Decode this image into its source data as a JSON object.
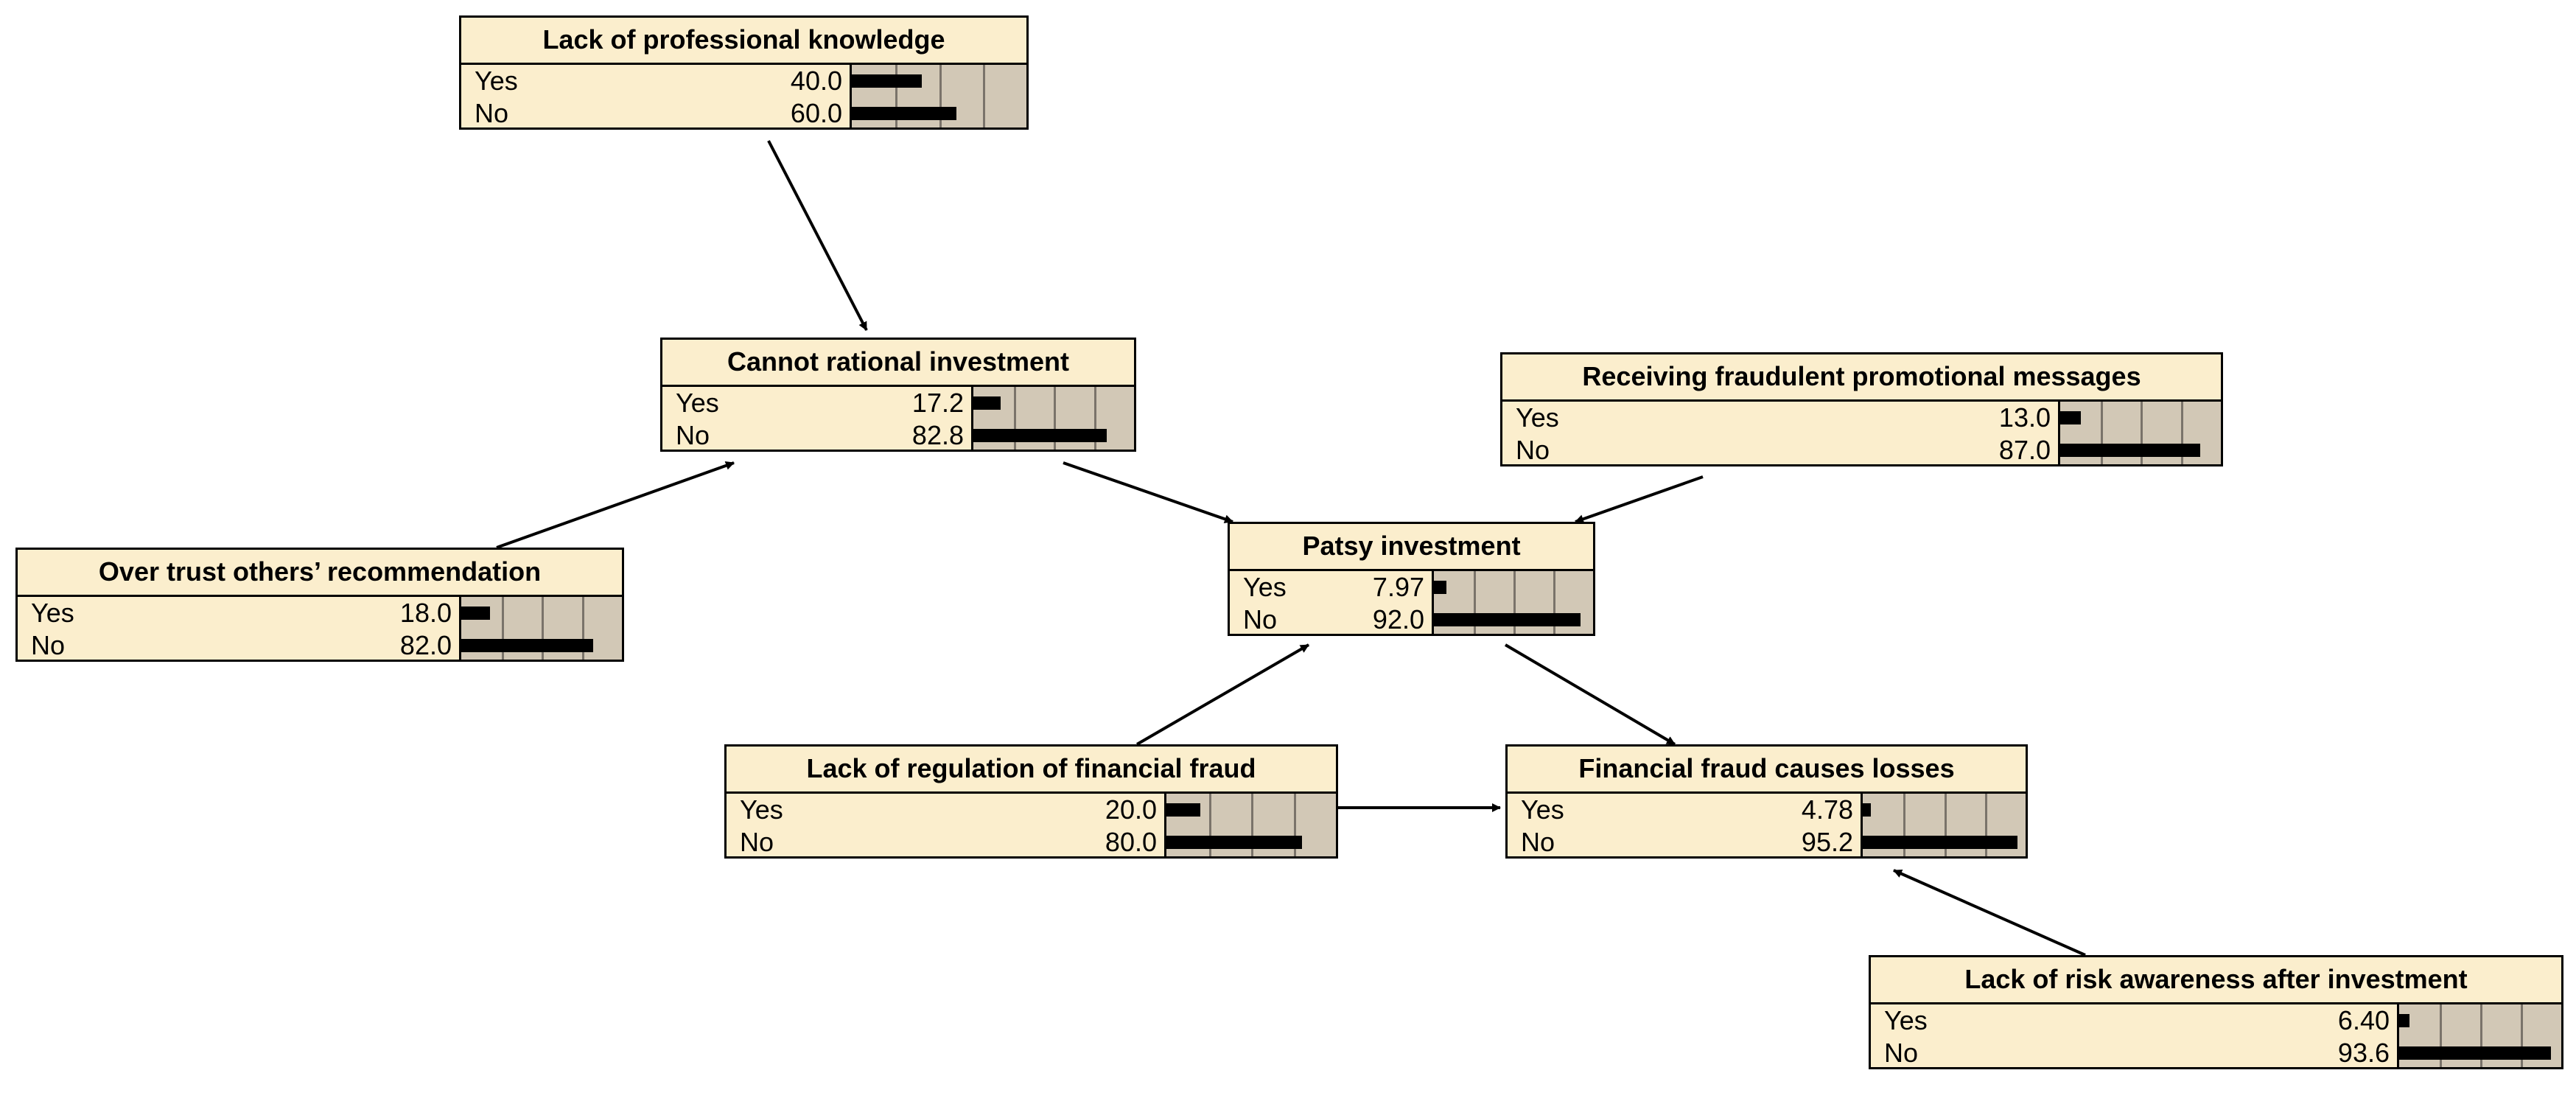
{
  "nodes": [
    {
      "id": "lpk",
      "title": "Lack of professional knowledge",
      "states": [
        {
          "label": "Yes",
          "value": "40.0",
          "pct": 40.0
        },
        {
          "label": "No",
          "value": "60.0",
          "pct": 60.0
        }
      ]
    },
    {
      "id": "cri",
      "title": "Cannot rational investment",
      "states": [
        {
          "label": "Yes",
          "value": "17.2",
          "pct": 17.2
        },
        {
          "label": "No",
          "value": "82.8",
          "pct": 82.8
        }
      ]
    },
    {
      "id": "rfp",
      "title": "Receiving fraudulent promotional messages",
      "states": [
        {
          "label": "Yes",
          "value": "13.0",
          "pct": 13.0
        },
        {
          "label": "No",
          "value": "87.0",
          "pct": 87.0
        }
      ]
    },
    {
      "id": "otr",
      "title": "Over trust others’ recommendation",
      "states": [
        {
          "label": "Yes",
          "value": "18.0",
          "pct": 18.0
        },
        {
          "label": "No",
          "value": "82.0",
          "pct": 82.0
        }
      ]
    },
    {
      "id": "pi",
      "title": "Patsy investment",
      "states": [
        {
          "label": "Yes",
          "value": "7.97",
          "pct": 7.97
        },
        {
          "label": "No",
          "value": "92.0",
          "pct": 92.0
        }
      ]
    },
    {
      "id": "lrf",
      "title": "Lack of regulation of financial fraud",
      "states": [
        {
          "label": "Yes",
          "value": "20.0",
          "pct": 20.0
        },
        {
          "label": "No",
          "value": "80.0",
          "pct": 80.0
        }
      ]
    },
    {
      "id": "ffl",
      "title": "Financial fraud causes losses",
      "states": [
        {
          "label": "Yes",
          "value": "4.78",
          "pct": 4.78
        },
        {
          "label": "No",
          "value": "95.2",
          "pct": 95.2
        }
      ]
    },
    {
      "id": "lra",
      "title": "Lack of risk awareness after investment",
      "states": [
        {
          "label": "Yes",
          "value": "6.40",
          "pct": 6.4
        },
        {
          "label": "No",
          "value": "93.6",
          "pct": 93.6
        }
      ]
    }
  ],
  "edges": [
    {
      "from": "lpk",
      "to": "cri"
    },
    {
      "from": "otr",
      "to": "cri"
    },
    {
      "from": "cri",
      "to": "pi"
    },
    {
      "from": "rfp",
      "to": "pi"
    },
    {
      "from": "lrf",
      "to": "pi"
    },
    {
      "from": "lrf",
      "to": "ffl"
    },
    {
      "from": "pi",
      "to": "ffl"
    },
    {
      "from": "lra",
      "to": "ffl"
    }
  ]
}
